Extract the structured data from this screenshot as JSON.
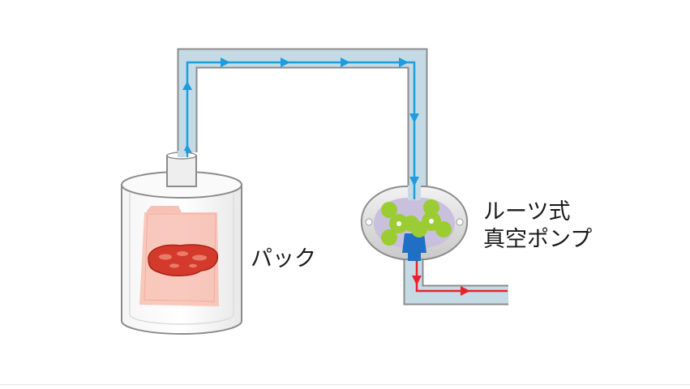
{
  "labels": {
    "pack": "パック",
    "pump_line1": "ルーツ式",
    "pump_line2": "真空ポンプ"
  },
  "colors": {
    "pipe_fill": "#c4dbe6",
    "pipe_stroke": "#8c8c8c",
    "air_flow": "#1e9ce0",
    "exhaust_flow": "#e8212c",
    "rotor": "#9ccc33",
    "pump_chamber": "#c9c0de",
    "pump_outlet": "#1f6fc4",
    "meat": "#d33a2c",
    "pack_film": "#f7b7a8"
  },
  "icons": {
    "chamber": "vacuum-chamber-icon",
    "pump": "roots-pump-icon",
    "meat": "meat-icon"
  }
}
